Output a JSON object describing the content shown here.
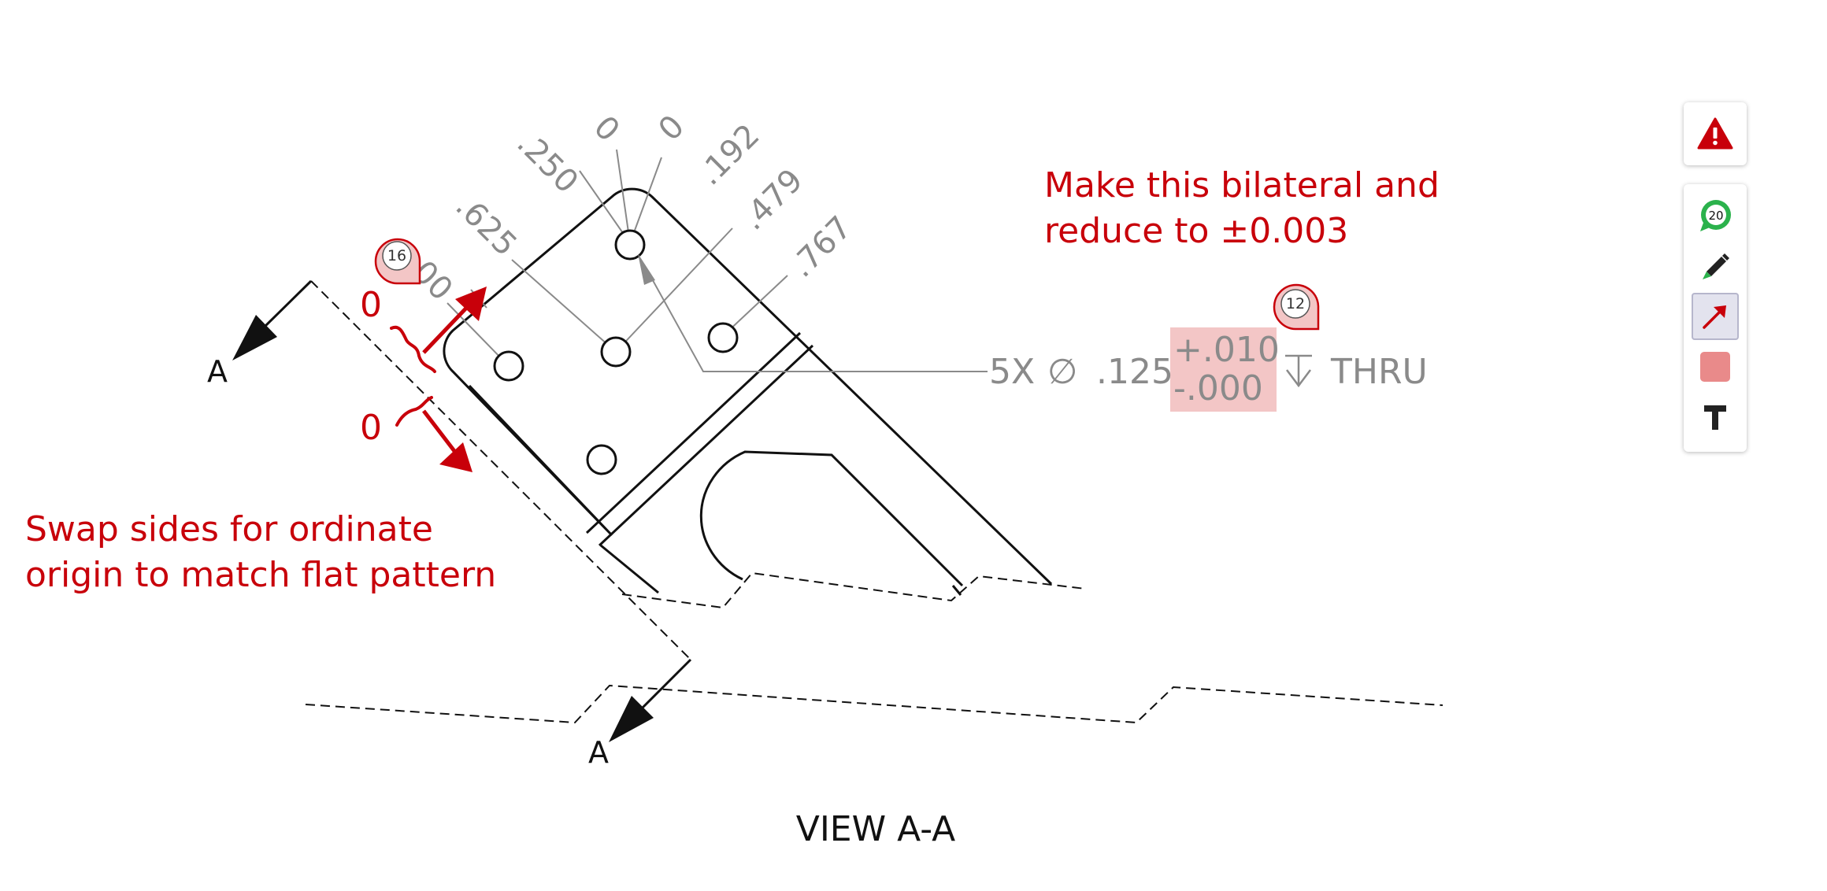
{
  "drawing": {
    "section_letter_top": "A",
    "section_letter_bottom": "A",
    "view_label": "VIEW A-A",
    "dimensions": {
      "d_250": ".250",
      "d_0_a": "0",
      "d_0_b": "0",
      "d_192": ".192",
      "d_625": ".625",
      "d_00": "00",
      "d_479": ".479",
      "d_767": ".767"
    },
    "callout": {
      "count_prefix": "5X",
      "diameter_symbol": "∅",
      "size": ".125",
      "tol_plus": "+.010",
      "tol_minus": "-.000",
      "thru": "THRU"
    }
  },
  "annotations": {
    "origin_zero_top": "0",
    "origin_zero_bottom": "0",
    "note_tolerance": [
      "Make this bilateral and",
      "reduce to ±0.003"
    ],
    "note_origin": [
      "Swap sides for ordinate",
      "origin to match flat pattern"
    ],
    "markers": [
      {
        "label": "16",
        "color": "#c8000a"
      },
      {
        "label": "12",
        "color": "#c8000a"
      }
    ]
  },
  "toolbar": {
    "warning_icon": "warning-icon",
    "comment_count": "20",
    "tools": [
      "comment-bubble-icon",
      "pencil-icon",
      "arrow-tool-icon",
      "fill-color-swatch",
      "text-tool-icon"
    ],
    "active_tool": "arrow-tool-icon",
    "swatch_color": "#e98a8a"
  },
  "colors": {
    "markup_red": "#c8000a",
    "highlight_pink": "#f3c6c6",
    "dimension_gray": "#8a8a8a",
    "geometry_black": "#111111",
    "accent_green": "#2bb24c"
  }
}
